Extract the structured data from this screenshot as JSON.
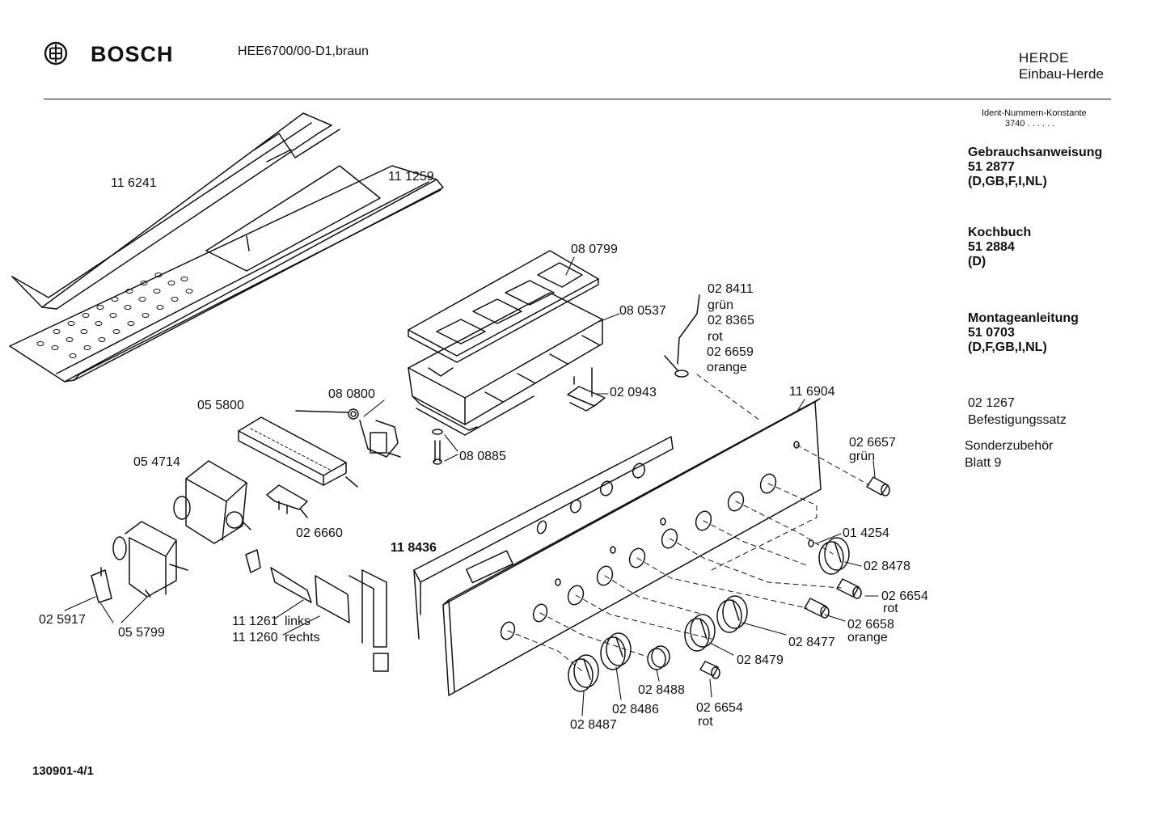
{
  "header": {
    "brand": "BOSCH",
    "model": "HEE6700/00-D1,braun",
    "category": "HERDE",
    "subcategory": "Einbau-Herde"
  },
  "sidebar": {
    "ident_title": "Ident-Nummern-Konstante",
    "ident_value": "3740  . .   . . . .",
    "docs": [
      {
        "title": "Gebrauchsanweisung",
        "number": "51 2877",
        "langs": "(D,GB,F,I,NL)"
      },
      {
        "title": "Kochbuch",
        "number": "51 2884",
        "langs": "(D)"
      },
      {
        "title": "Montageanleitung",
        "number": "51 0703",
        "langs": "(D,F,GB,I,NL)"
      }
    ],
    "kit_number": "02 1267",
    "kit_label": "Befestigungssatz",
    "accessory_label": "Sonderzubehör",
    "accessory_ref": "Blatt 9"
  },
  "footer": {
    "drawing_number": "130901-4/1"
  },
  "parts": {
    "p116241": "11 6241",
    "p111259": "11 1259",
    "p080799": "08 0799",
    "p080537": "08 0537",
    "p028411": "02 8411",
    "c_gruen1": "grün",
    "p028365": "02 8365",
    "c_rot1": "rot",
    "p026659": "02 6659",
    "c_orange1": "orange",
    "p080800": "08 0800",
    "p055800": "05 5800",
    "p020943": "02 0943",
    "p116904": "11 6904",
    "p080885": "08 0885",
    "p054714": "05 4714",
    "p026657": "02 6657",
    "c_gruen2": "grün",
    "p026660": "02 6660",
    "p014254": "01 4254",
    "p118436": "11 8436",
    "p028478": "02 8478",
    "p026654a": "02 6654",
    "c_rot2": "rot",
    "p026658": "02 6658",
    "c_orange2": "orange",
    "p028477": "02 8477",
    "p028479": "02 8479",
    "p025917": "02 5917",
    "p055799": "05 5799",
    "p111261": "11 1261",
    "s_links": "links",
    "p111260": "11 1260",
    "s_rechts": "rechts",
    "p028488": "02 8488",
    "p026654b": "02 6654",
    "c_rot3": "rot",
    "p028486": "02 8486",
    "p028487": "02 8487"
  }
}
